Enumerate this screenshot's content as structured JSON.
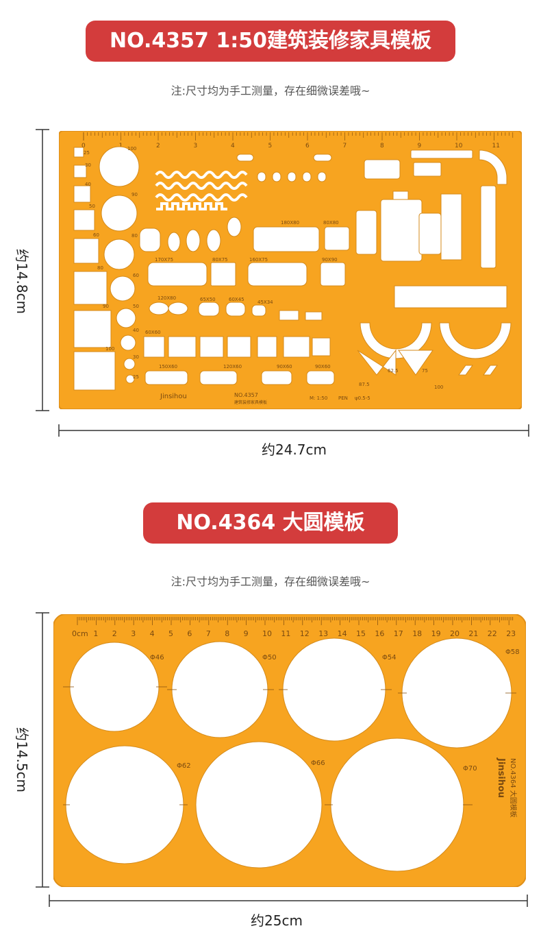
{
  "template1": {
    "title": "NO.4357 1:50建筑装修家具模板",
    "note": "注:尺寸均为手工测量，存在细微误差哦~",
    "height_label": "约14.8cm",
    "width_label": "约24.7cm",
    "ruler_numbers": [
      "0",
      "1",
      "2",
      "3",
      "4",
      "5",
      "6",
      "7",
      "8",
      "9",
      "10",
      "11"
    ],
    "brand": "Jinsihou",
    "model": "NO.4357",
    "model_sub": "建筑装修家具模板",
    "scale": "M: 1:50",
    "pen": "PEN",
    "pen_size": "ψ0.5-5",
    "left_numbers": [
      "25",
      "30",
      "40",
      "50",
      "60",
      "80",
      "90",
      "100"
    ],
    "labels": [
      "170X75",
      "80X75",
      "160X75",
      "90X90",
      "180X80",
      "80X80",
      "120X80",
      "65X50",
      "60X45",
      "45X34",
      "60X60",
      "150X60",
      "120X60",
      "90X60",
      "90X60",
      "62.5",
      "75",
      "100",
      "87.5"
    ]
  },
  "template2": {
    "title": "NO.4364 大圆模板",
    "note": "注:尺寸均为手工测量，存在细微误差哦~",
    "height_label": "约14.5cm",
    "width_label": "约25cm",
    "ruler_numbers": [
      "0cm",
      "1",
      "2",
      "3",
      "4",
      "5",
      "6",
      "7",
      "8",
      "9",
      "10",
      "11",
      "12",
      "13",
      "14",
      "15",
      "16",
      "17",
      "18",
      "19",
      "20",
      "21",
      "22",
      "23"
    ],
    "circles": [
      "Φ46",
      "Φ50",
      "Φ54",
      "Φ58",
      "Φ62",
      "Φ66",
      "Φ70"
    ],
    "brand": "Jinsihou",
    "model": "NO.4364  大圆模板"
  },
  "colors": {
    "plastic": "#f7a420",
    "plastic_edge": "#e0901a",
    "ink": "#7a4a10",
    "banner": "#d33c3c"
  }
}
